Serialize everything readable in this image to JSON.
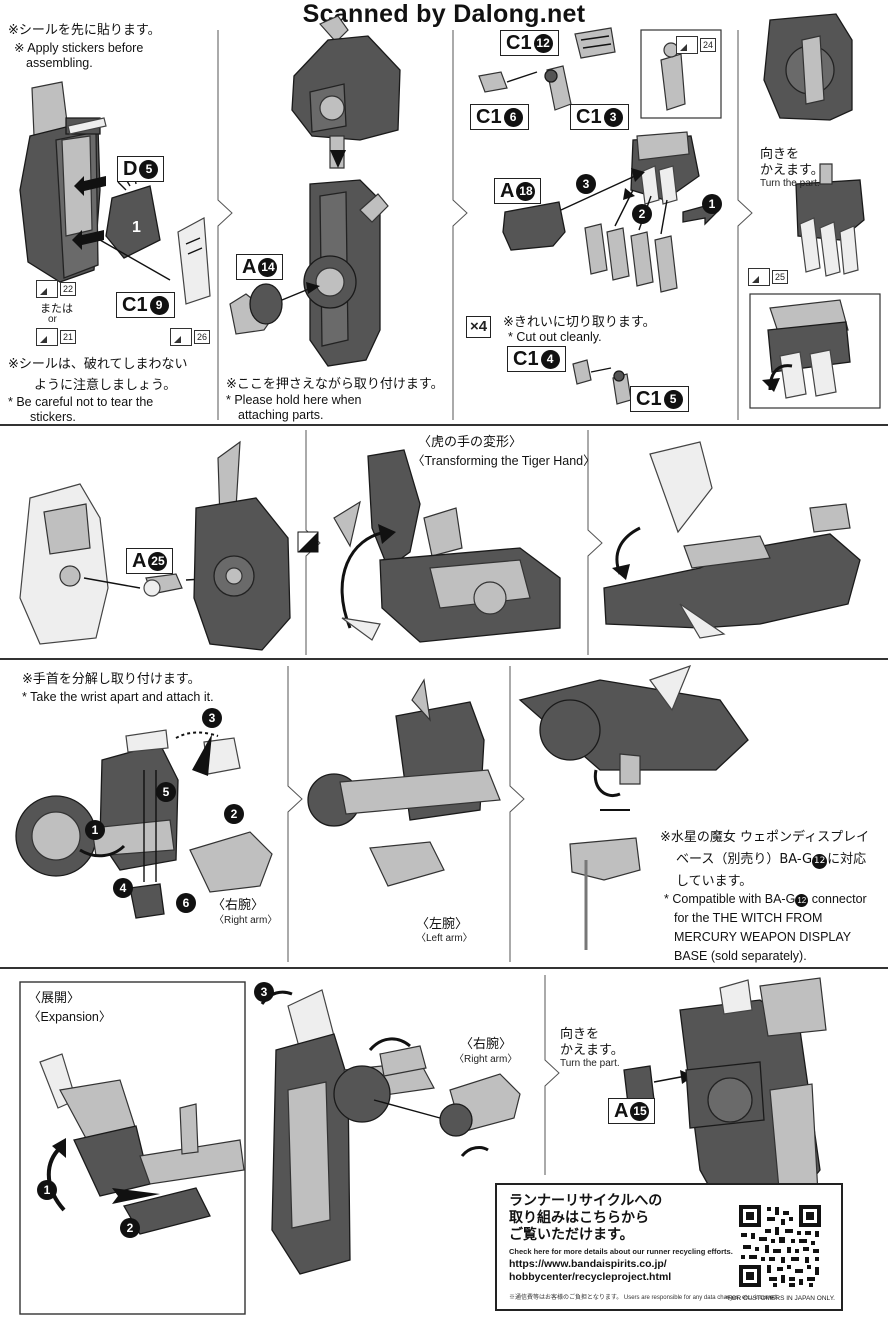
{
  "watermark": "Scanned by Dalong.net",
  "sec1": {
    "note_jp": "※シールを先に貼ります。",
    "note_en_1": "※ Apply stickers before",
    "note_en_2": "assembling.",
    "part_d5": "D",
    "part_d5_num": "5",
    "part_c19": "C1",
    "part_c19_num": "9",
    "sticker_22": "22",
    "or_jp": "または",
    "or_en": "or",
    "sticker_21": "21",
    "sticker_26": "26",
    "careful_jp_1": "※シールは、破れてしまわない",
    "careful_jp_2": "ように注意しましょう。",
    "careful_en_1": "* Be careful not to tear the",
    "careful_en_2": "stickers."
  },
  "sec2": {
    "part_a14": "A",
    "part_a14_num": "14",
    "hold_jp": "※ここを押さえながら取り付けます。",
    "hold_en_1": "* Please hold here when",
    "hold_en_2": "attaching parts."
  },
  "sec3": {
    "part_c12": "C1",
    "part_c12_num": "12",
    "part_c16": "C1",
    "part_c16_num": "6",
    "part_c13": "C1",
    "part_c13_num": "3",
    "part_a18": "A",
    "part_a18_num": "18",
    "sticker_24": "24",
    "step_3": "3",
    "step_2": "2",
    "step_1": "1",
    "qty": "×4",
    "cut_jp": "※きれいに切り取ります。",
    "cut_en": "* Cut out cleanly.",
    "part_c14": "C1",
    "part_c14_num": "4",
    "part_c15": "C1",
    "part_c15_num": "5"
  },
  "sec4": {
    "turn_jp_1": "向きを",
    "turn_jp_2": "かえます。",
    "turn_en": "Turn the part.",
    "sticker_25": "25"
  },
  "row2": {
    "part_a25": "A",
    "part_a25_num": "25",
    "tiger_jp": "〈虎の手の変形〉",
    "tiger_en": "〈Transforming the Tiger Hand〉"
  },
  "row3": {
    "wrist_jp": "※手首を分解し取り付けます。",
    "wrist_en": "* Take the wrist apart and attach it.",
    "right_arm_jp": "〈右腕〉",
    "right_arm_en": "〈Right arm〉",
    "left_arm_jp": "〈左腕〉",
    "left_arm_en": "〈Left arm〉",
    "compat_jp_1": "※水星の魔女 ウェポンディスプレイ",
    "compat_jp_2": "ベース（別売り）BA-G",
    "compat_jp_2_num": "12",
    "compat_jp_2_tail": "に対応",
    "compat_jp_3": "しています。",
    "compat_en_1": "* Compatible with BA-G",
    "compat_en_1_num": "12",
    "compat_en_1_tail": "connector",
    "compat_en_2": "for the THE WITCH FROM",
    "compat_en_3": "MERCURY WEAPON DISPLAY",
    "compat_en_4": "BASE (sold separately).",
    "step_1": "1",
    "step_2": "2",
    "step_3": "3",
    "step_4": "4",
    "step_5": "5",
    "step_6": "6"
  },
  "row4": {
    "expansion_jp": "〈展開〉",
    "expansion_en": "〈Expansion〉",
    "right_arm_jp": "〈右腕〉",
    "right_arm_en": "〈Right arm〉",
    "turn_jp_1": "向きを",
    "turn_jp_2": "かえます。",
    "turn_en": "Turn the part.",
    "part_a15": "A",
    "part_a15_num": "15",
    "step_1": "1",
    "step_2": "2",
    "step_3": "3"
  },
  "recycle": {
    "jp_1": "ランナーリサイクルへの",
    "jp_2": "取り組みはこちらから",
    "jp_3": "ご覧いただけます。",
    "en": "Check here for more details about our runner recycling efforts.",
    "url_1": "https://www.bandaispirits.co.jp/",
    "url_2": "hobbycenter/recycleproject.html",
    "fine": "※通信費等はお客様のご負担となります。 Users are responsible for any data charges, etc., incurred.",
    "japan_only": "*FOR CUSTOMERS IN JAPAN ONLY."
  },
  "colors": {
    "part_dark": "#555555",
    "part_mid": "#6a6a6a",
    "part_light": "#bfbfbf",
    "ink": "#111111"
  }
}
